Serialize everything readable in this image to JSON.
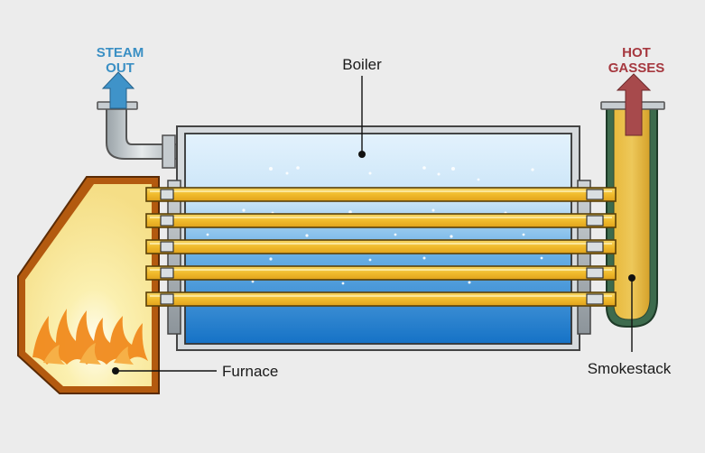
{
  "labels": {
    "steam_out_line1": "STEAM",
    "steam_out_line2": "OUT",
    "hot_gasses_line1": "HOT",
    "hot_gasses_line2": "GASSES",
    "boiler": "Boiler",
    "furnace": "Furnace",
    "smokestack": "Smokestack"
  },
  "colors": {
    "background": "#ececec",
    "steam_text": "#3a8fc4",
    "steam_arrow": "#3f93c9",
    "hot_text": "#a6383f",
    "hot_arrow": "#a74a4c",
    "boiler_water_top": "#d7ecfb",
    "boiler_water_bottom": "#1a79c9",
    "furnace_fill": "#f8e69a",
    "furnace_outline": "#b35a0f",
    "tube_fill": "#f2c23e",
    "tube_outline": "#5a4008",
    "stack_fill": "#e5b43a",
    "stack_outline": "#3b6a4c",
    "flame": "#f08a1d"
  },
  "icons": {
    "steam_arrow": "up-arrow-icon",
    "hot_arrow": "up-arrow-icon",
    "flames": "fire-icon"
  }
}
